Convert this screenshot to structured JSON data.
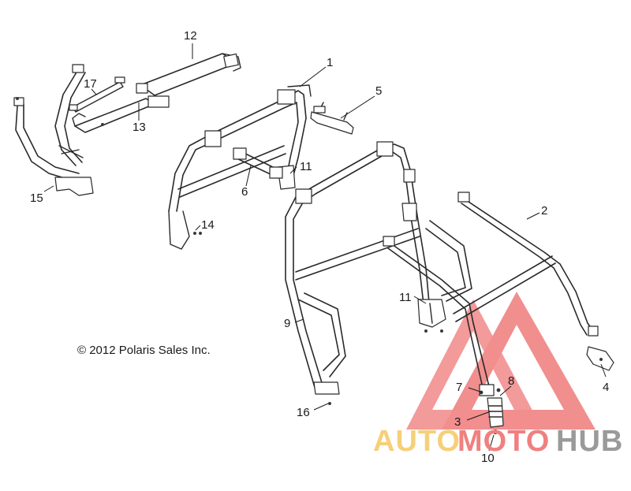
{
  "copyright": "© 2012 Polaris Sales Inc.",
  "watermark": {
    "word_auto": "AUTO",
    "word_moto": "MOTO",
    "word_hub": "HUB",
    "color_auto": "#f6cf7a",
    "color_moto": "#f08080",
    "color_hub": "#9a9a9a",
    "triangle_color": "#ef7b7b"
  },
  "callouts": [
    "1",
    "2",
    "3",
    "4",
    "5",
    "6",
    "7",
    "8",
    "9",
    "10",
    "11",
    "11",
    "12",
    "13",
    "14",
    "15",
    "16",
    "17"
  ],
  "colors": {
    "line": "#2a2a2a",
    "background": "#ffffff"
  }
}
